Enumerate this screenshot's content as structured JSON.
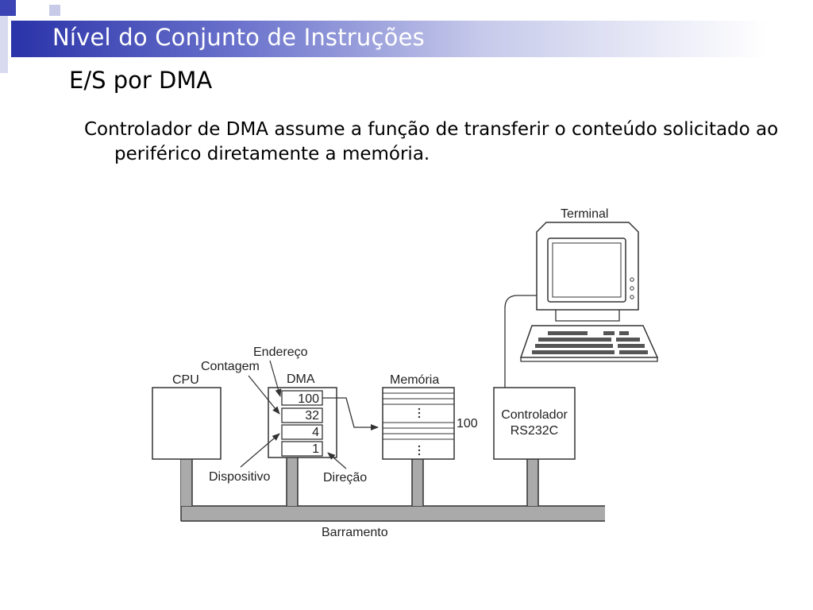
{
  "slide": {
    "title": "Nível do Conjunto de Instruções",
    "subtitle": "E/S por DMA",
    "body": "Controlador de DMA assume a função de transferir o conteúdo solicitado ao periférico diretamente a memória.",
    "accent_color": "#2a33a8"
  },
  "diagram": {
    "labels": {
      "terminal": "Terminal",
      "cpu": "CPU",
      "dma": "DMA",
      "memory": "Memória",
      "controller_line1": "Controlador",
      "controller_line2": "RS232C",
      "address": "Endereço",
      "count": "Contagem",
      "device": "Dispositivo",
      "direction": "Direção",
      "bus": "Barramento",
      "memory_address": "100"
    },
    "dma_registers": [
      "100",
      "32",
      "4",
      "1"
    ]
  }
}
